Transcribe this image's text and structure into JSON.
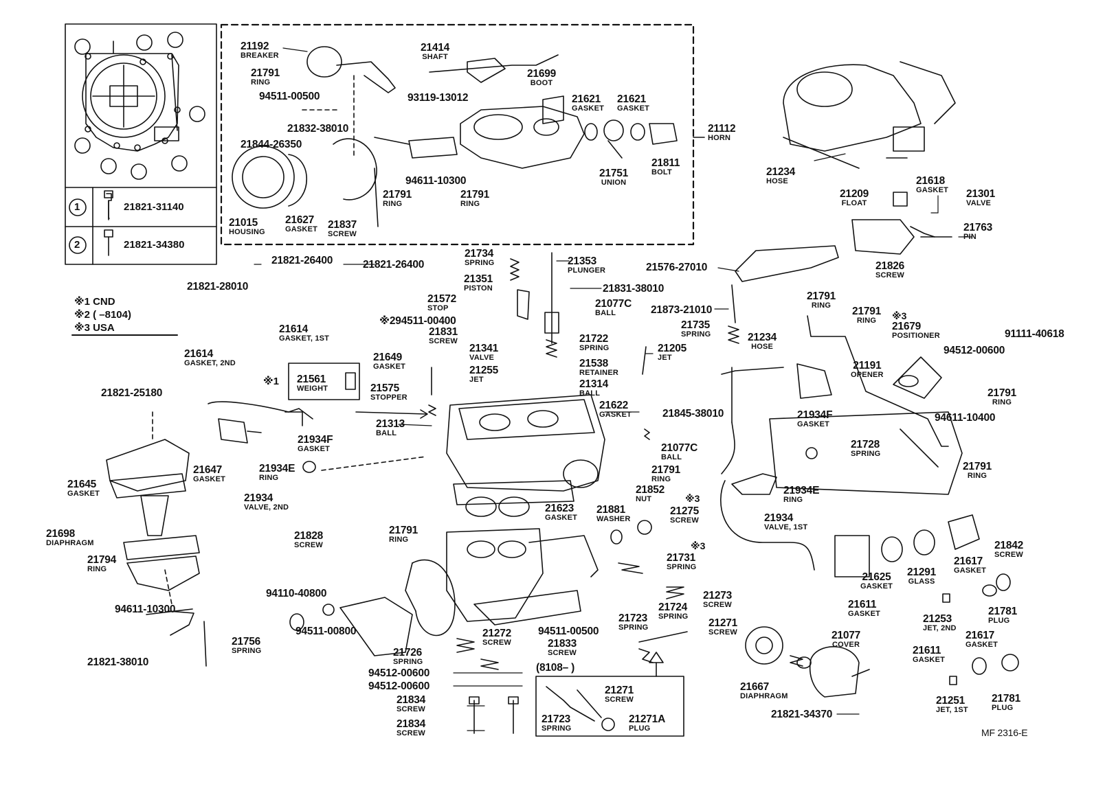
{
  "diagram_code": "MF  2316-E",
  "legend": {
    "notes": [
      "※1 CND",
      "※2 (      –8104)",
      "※3 USA"
    ]
  },
  "inset": {
    "circle_1": "1",
    "circle_2": "2",
    "row1_part": "21821-31140",
    "row2_part": "21821-34380"
  },
  "boxed": {
    "weight_marker": "※1",
    "weight_num": "21561",
    "weight_name": "WEIGHT",
    "date_note": "(8108–        )"
  },
  "parts": {
    "p21192": {
      "num": "21192",
      "name": "BREAKER"
    },
    "p21414": {
      "num": "21414",
      "name": "SHAFT"
    },
    "p21791_a": {
      "num": "21791",
      "name": "RING"
    },
    "p21699": {
      "num": "21699",
      "name": "BOOT"
    },
    "p94511_00500_a": {
      "num": "94511-00500"
    },
    "p93119_13012": {
      "num": "93119-13012"
    },
    "p21621_a": {
      "num": "21621",
      "name": "GASKET"
    },
    "p21621_b": {
      "num": "21621",
      "name": "GASKET"
    },
    "p21112": {
      "num": "21112",
      "name": "HORN"
    },
    "p21832_38010": {
      "num": "21832-38010"
    },
    "p21844_26350": {
      "num": "21844-26350"
    },
    "p94611_10300_a": {
      "num": "94611-10300"
    },
    "p21751": {
      "num": "21751",
      "name": "UNION"
    },
    "p21811": {
      "num": "21811",
      "name": "BOLT"
    },
    "p21791_b": {
      "num": "21791",
      "name": "RING"
    },
    "p21791_c": {
      "num": "21791",
      "name": "RING"
    },
    "p21015": {
      "num": "21015",
      "name": "HOUSING"
    },
    "p21627": {
      "num": "21627",
      "name": "GASKET"
    },
    "p21837": {
      "num": "21837",
      "name": "SCREW"
    },
    "p21234_a": {
      "num": "21234",
      "name": "HOSE"
    },
    "p21618": {
      "num": "21618",
      "name": "GASKET"
    },
    "p21209": {
      "num": "21209",
      "name": "FLOAT"
    },
    "p21301": {
      "num": "21301",
      "name": "VALVE"
    },
    "p21763": {
      "num": "21763",
      "name": "PIN"
    },
    "p21821_26400_a": {
      "num": "21821-26400"
    },
    "p21821_26400_b": {
      "num": "21821-26400"
    },
    "p21734": {
      "num": "21734",
      "name": "SPRING"
    },
    "p21353": {
      "num": "21353",
      "name": "PLUNGER"
    },
    "p21576_27010": {
      "num": "21576-27010"
    },
    "p21826": {
      "num": "21826",
      "name": "SCREW"
    },
    "p21821_28010": {
      "num": "21821-28010"
    },
    "p21351": {
      "num": "21351",
      "name": "PISTON"
    },
    "p21831_38010": {
      "num": "21831-38010"
    },
    "p21572": {
      "num": "21572",
      "name": "STOP"
    },
    "p21077C_a": {
      "num": "21077C",
      "name": "BALL"
    },
    "p21873_21010": {
      "num": "21873-21010"
    },
    "p21791_d": {
      "num": "21791",
      "name": "RING"
    },
    "p21791_e": {
      "num": "21791",
      "name": "RING"
    },
    "p21679": {
      "num": "21679",
      "name": "POSITIONER"
    },
    "p94511_00400": {
      "num": "94511-00400",
      "marker": "※2"
    },
    "p21831": {
      "num": "21831",
      "name": "SCREW"
    },
    "p21735": {
      "num": "21735",
      "name": "SPRING"
    },
    "p21722": {
      "num": "21722",
      "name": "SPRING"
    },
    "p21614_a": {
      "num": "21614",
      "name": "GASKET, 1ST"
    },
    "p21341": {
      "num": "21341",
      "name": "VALVE"
    },
    "p21205": {
      "num": "21205",
      "name": "JET"
    },
    "p21234_b": {
      "num": "21234",
      "name": "HOSE"
    },
    "p91111_40618": {
      "num": "91111-40618"
    },
    "p21614_b": {
      "num": "21614",
      "name": "GASKET, 2ND"
    },
    "p21649": {
      "num": "21649",
      "name": "GASKET"
    },
    "p21538": {
      "num": "21538",
      "name": "RETAINER"
    },
    "p21255": {
      "num": "21255",
      "name": "JET"
    },
    "p21191": {
      "num": "21191",
      "name": "OPENER"
    },
    "p94512_00600_a": {
      "num": "94512-00600"
    },
    "p21314": {
      "num": "21314",
      "name": "BALL"
    },
    "p21575": {
      "num": "21575",
      "name": "STOPPER"
    },
    "p21821_25180": {
      "num": "21821-25180"
    },
    "p21791_f": {
      "num": "21791",
      "name": "RING"
    },
    "p21622": {
      "num": "21622",
      "name": "GASKET"
    },
    "p21845_38010": {
      "num": "21845-38010"
    },
    "p21313": {
      "num": "21313",
      "name": "BALL"
    },
    "p21934F_a": {
      "num": "21934F",
      "name": "GASKET"
    },
    "p21934F_b": {
      "num": "21934F",
      "name": "GASKET"
    },
    "p94611_10400": {
      "num": "94611-10400"
    },
    "p21077C_b": {
      "num": "21077C",
      "name": "BALL"
    },
    "p21728": {
      "num": "21728",
      "name": "SPRING"
    },
    "p21647": {
      "num": "21647",
      "name": "GASKET"
    },
    "p21934E_a": {
      "num": "21934E",
      "name": "RING"
    },
    "p21645": {
      "num": "21645",
      "name": "GASKET"
    },
    "p21791_g": {
      "num": "21791",
      "name": "RING"
    },
    "p21852": {
      "num": "21852",
      "name": "NUT"
    },
    "p21791_h": {
      "num": "21791",
      "name": "RING"
    },
    "p21934": {
      "num": "21934",
      "name": "VALVE, 2ND"
    },
    "p21934E_b": {
      "num": "21934E",
      "name": "RING"
    },
    "p21275": {
      "num": "21275",
      "name": "SCREW",
      "marker": "※3"
    },
    "p21623": {
      "num": "21623",
      "name": "GASKET"
    },
    "p21881": {
      "num": "21881",
      "name": "WASHER"
    },
    "p21934_1st": {
      "num": "21934",
      "name": "VALVE, 1ST"
    },
    "p21698": {
      "num": "21698",
      "name": "DIAPHRAGM"
    },
    "p21828": {
      "num": "21828",
      "name": "SCREW"
    },
    "p21791_i": {
      "num": "21791",
      "name": "RING"
    },
    "p21842": {
      "num": "21842",
      "name": "SCREW"
    },
    "p21731": {
      "num": "21731",
      "name": "SPRING",
      "marker": "※3"
    },
    "p21617_a": {
      "num": "21617",
      "name": "GASKET"
    },
    "p21794": {
      "num": "21794",
      "name": "RING"
    },
    "p21625": {
      "num": "21625",
      "name": "GASKET"
    },
    "p21291": {
      "num": "21291",
      "name": "GLASS"
    },
    "p94110_40800": {
      "num": "94110-40800"
    },
    "p21273": {
      "num": "21273",
      "name": "SCREW"
    },
    "p94611_10300_b": {
      "num": "94611-10300"
    },
    "p21611_a": {
      "num": "21611",
      "name": "GASKET"
    },
    "p21253": {
      "num": "21253",
      "name": "JET, 2ND"
    },
    "p21781_a": {
      "num": "21781",
      "name": "PLUG"
    },
    "p21724": {
      "num": "21724",
      "name": "SPRING"
    },
    "p21723_a": {
      "num": "21723",
      "name": "SPRING"
    },
    "p21271_a": {
      "num": "21271",
      "name": "SCREW"
    },
    "p94511_00800": {
      "num": "94511-00800"
    },
    "p94511_00500_b": {
      "num": "94511-00500"
    },
    "p21077": {
      "num": "21077",
      "name": "COVER"
    },
    "p21617_b": {
      "num": "21617",
      "name": "GASKET"
    },
    "p21756": {
      "num": "21756",
      "name": "SPRING"
    },
    "p21272": {
      "num": "21272",
      "name": "SCREW"
    },
    "p21833": {
      "num": "21833",
      "name": "SCREW"
    },
    "p21726": {
      "num": "21726",
      "name": "SPRING"
    },
    "p21611_b": {
      "num": "21611",
      "name": "GASKET"
    },
    "p21821_38010": {
      "num": "21821-38010"
    },
    "p94512_00600_b": {
      "num": "94512-00600"
    },
    "p94512_00600_c": {
      "num": "94512-00600"
    },
    "p21667": {
      "num": "21667",
      "name": "DIAPHRAGM"
    },
    "p21271_b": {
      "num": "21271",
      "name": "SCREW"
    },
    "p21834_a": {
      "num": "21834",
      "name": "SCREW"
    },
    "p21251": {
      "num": "21251",
      "name": "JET, 1ST"
    },
    "p21781_b": {
      "num": "21781",
      "name": "PLUG"
    },
    "p21723_b": {
      "num": "21723",
      "name": "SPRING"
    },
    "p21271A": {
      "num": "21271A",
      "name": "PLUG"
    },
    "p21834_b": {
      "num": "21834",
      "name": "SCREW"
    },
    "p21821_34370": {
      "num": "21821-34370"
    }
  }
}
